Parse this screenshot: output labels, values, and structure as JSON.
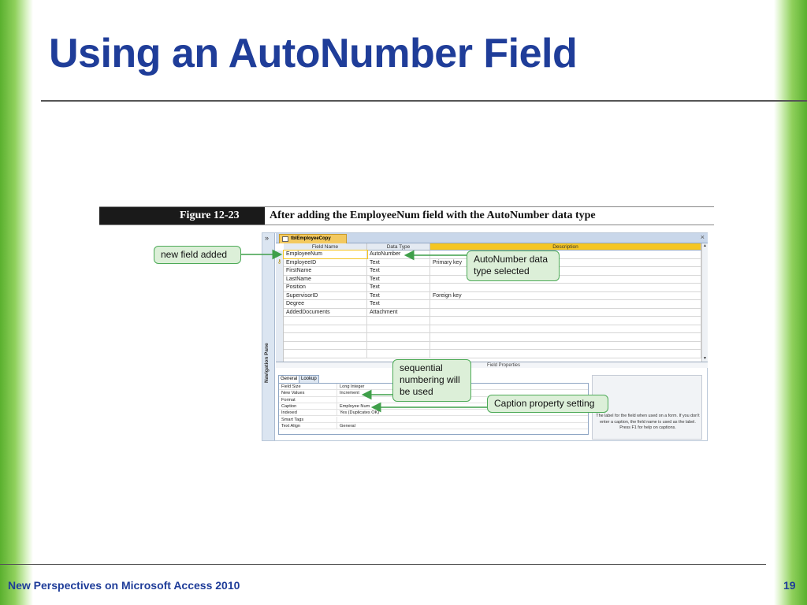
{
  "slide": {
    "title": "Using an AutoNumber Field",
    "footer": "New Perspectives on Microsoft Access 2010",
    "page_number": "19"
  },
  "figure": {
    "label": "Figure 12-23",
    "caption": "After adding the EmployeeNum field with the AutoNumber data type"
  },
  "access": {
    "nav_chevron": "»",
    "nav_pane_label": "Navigation Pane",
    "tab_title": "tblEmployeeCopy",
    "close": "×",
    "columns": {
      "field_name": "Field Name",
      "data_type": "Data Type",
      "description": "Description"
    },
    "rows": [
      {
        "field": "EmployeeNum",
        "type": "AutoNumber",
        "description": ""
      },
      {
        "field": "EmployeeID",
        "type": "Text",
        "description": "Primary key"
      },
      {
        "field": "FirstName",
        "type": "Text",
        "description": ""
      },
      {
        "field": "LastName",
        "type": "Text",
        "description": ""
      },
      {
        "field": "Position",
        "type": "Text",
        "description": ""
      },
      {
        "field": "SupervisorID",
        "type": "Text",
        "description": "Foreign key"
      },
      {
        "field": "Degree",
        "type": "Text",
        "description": ""
      },
      {
        "field": "AddedDocuments",
        "type": "Attachment",
        "description": ""
      }
    ],
    "field_properties_label": "Field Properties",
    "prop_tabs": {
      "general": "General",
      "lookup": "Lookup"
    },
    "properties": [
      {
        "name": "Field Size",
        "value": "Long Integer"
      },
      {
        "name": "New Values",
        "value": "Increment"
      },
      {
        "name": "Format",
        "value": ""
      },
      {
        "name": "Caption",
        "value": "Employee Num"
      },
      {
        "name": "Indexed",
        "value": "Yes (Duplicates OK)"
      },
      {
        "name": "Smart Tags",
        "value": ""
      },
      {
        "name": "Text Align",
        "value": "General"
      }
    ],
    "help_text": "The label for the field when used on a form. If you don't enter a caption, the field name is used as the label. Press F1 for help on captions."
  },
  "callouts": {
    "new_field": "new field added",
    "autonumber": "AutoNumber data type selected",
    "sequential": "sequential numbering will be used",
    "caption": "Caption property setting"
  },
  "colors": {
    "title": "#1f3d99",
    "callout_fill": "#dcefd8",
    "callout_border": "#4daa57",
    "side_bar_green": "#5ab02e",
    "description_header": "#f5c623"
  }
}
